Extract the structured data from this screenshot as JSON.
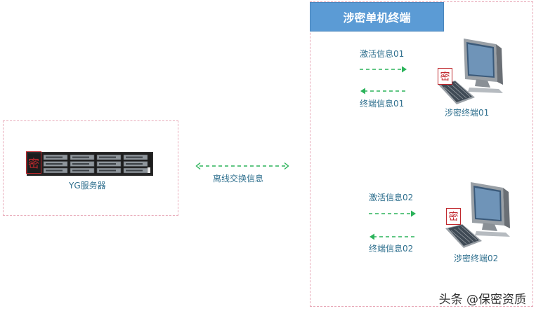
{
  "header": {
    "title": "涉密单机终端"
  },
  "server": {
    "label": "YG服务器"
  },
  "link": {
    "label": "离线交换信息"
  },
  "terminal1": {
    "label": "涉密终端01",
    "activate_label": "激活信息01",
    "terminal_info_label": "终端信息01"
  },
  "terminal2": {
    "label": "涉密终端02",
    "activate_label": "激活信息02",
    "terminal_info_label": "终端信息02"
  },
  "stamp": {
    "glyph": "密"
  },
  "watermark": {
    "text": "头条 @保密资质"
  },
  "colors": {
    "arrow": "#2bb35a",
    "header_bg": "#5b9bd5",
    "border": "#e8a9b8",
    "text": "#2e6f8e",
    "stamp": "#c0282d"
  }
}
